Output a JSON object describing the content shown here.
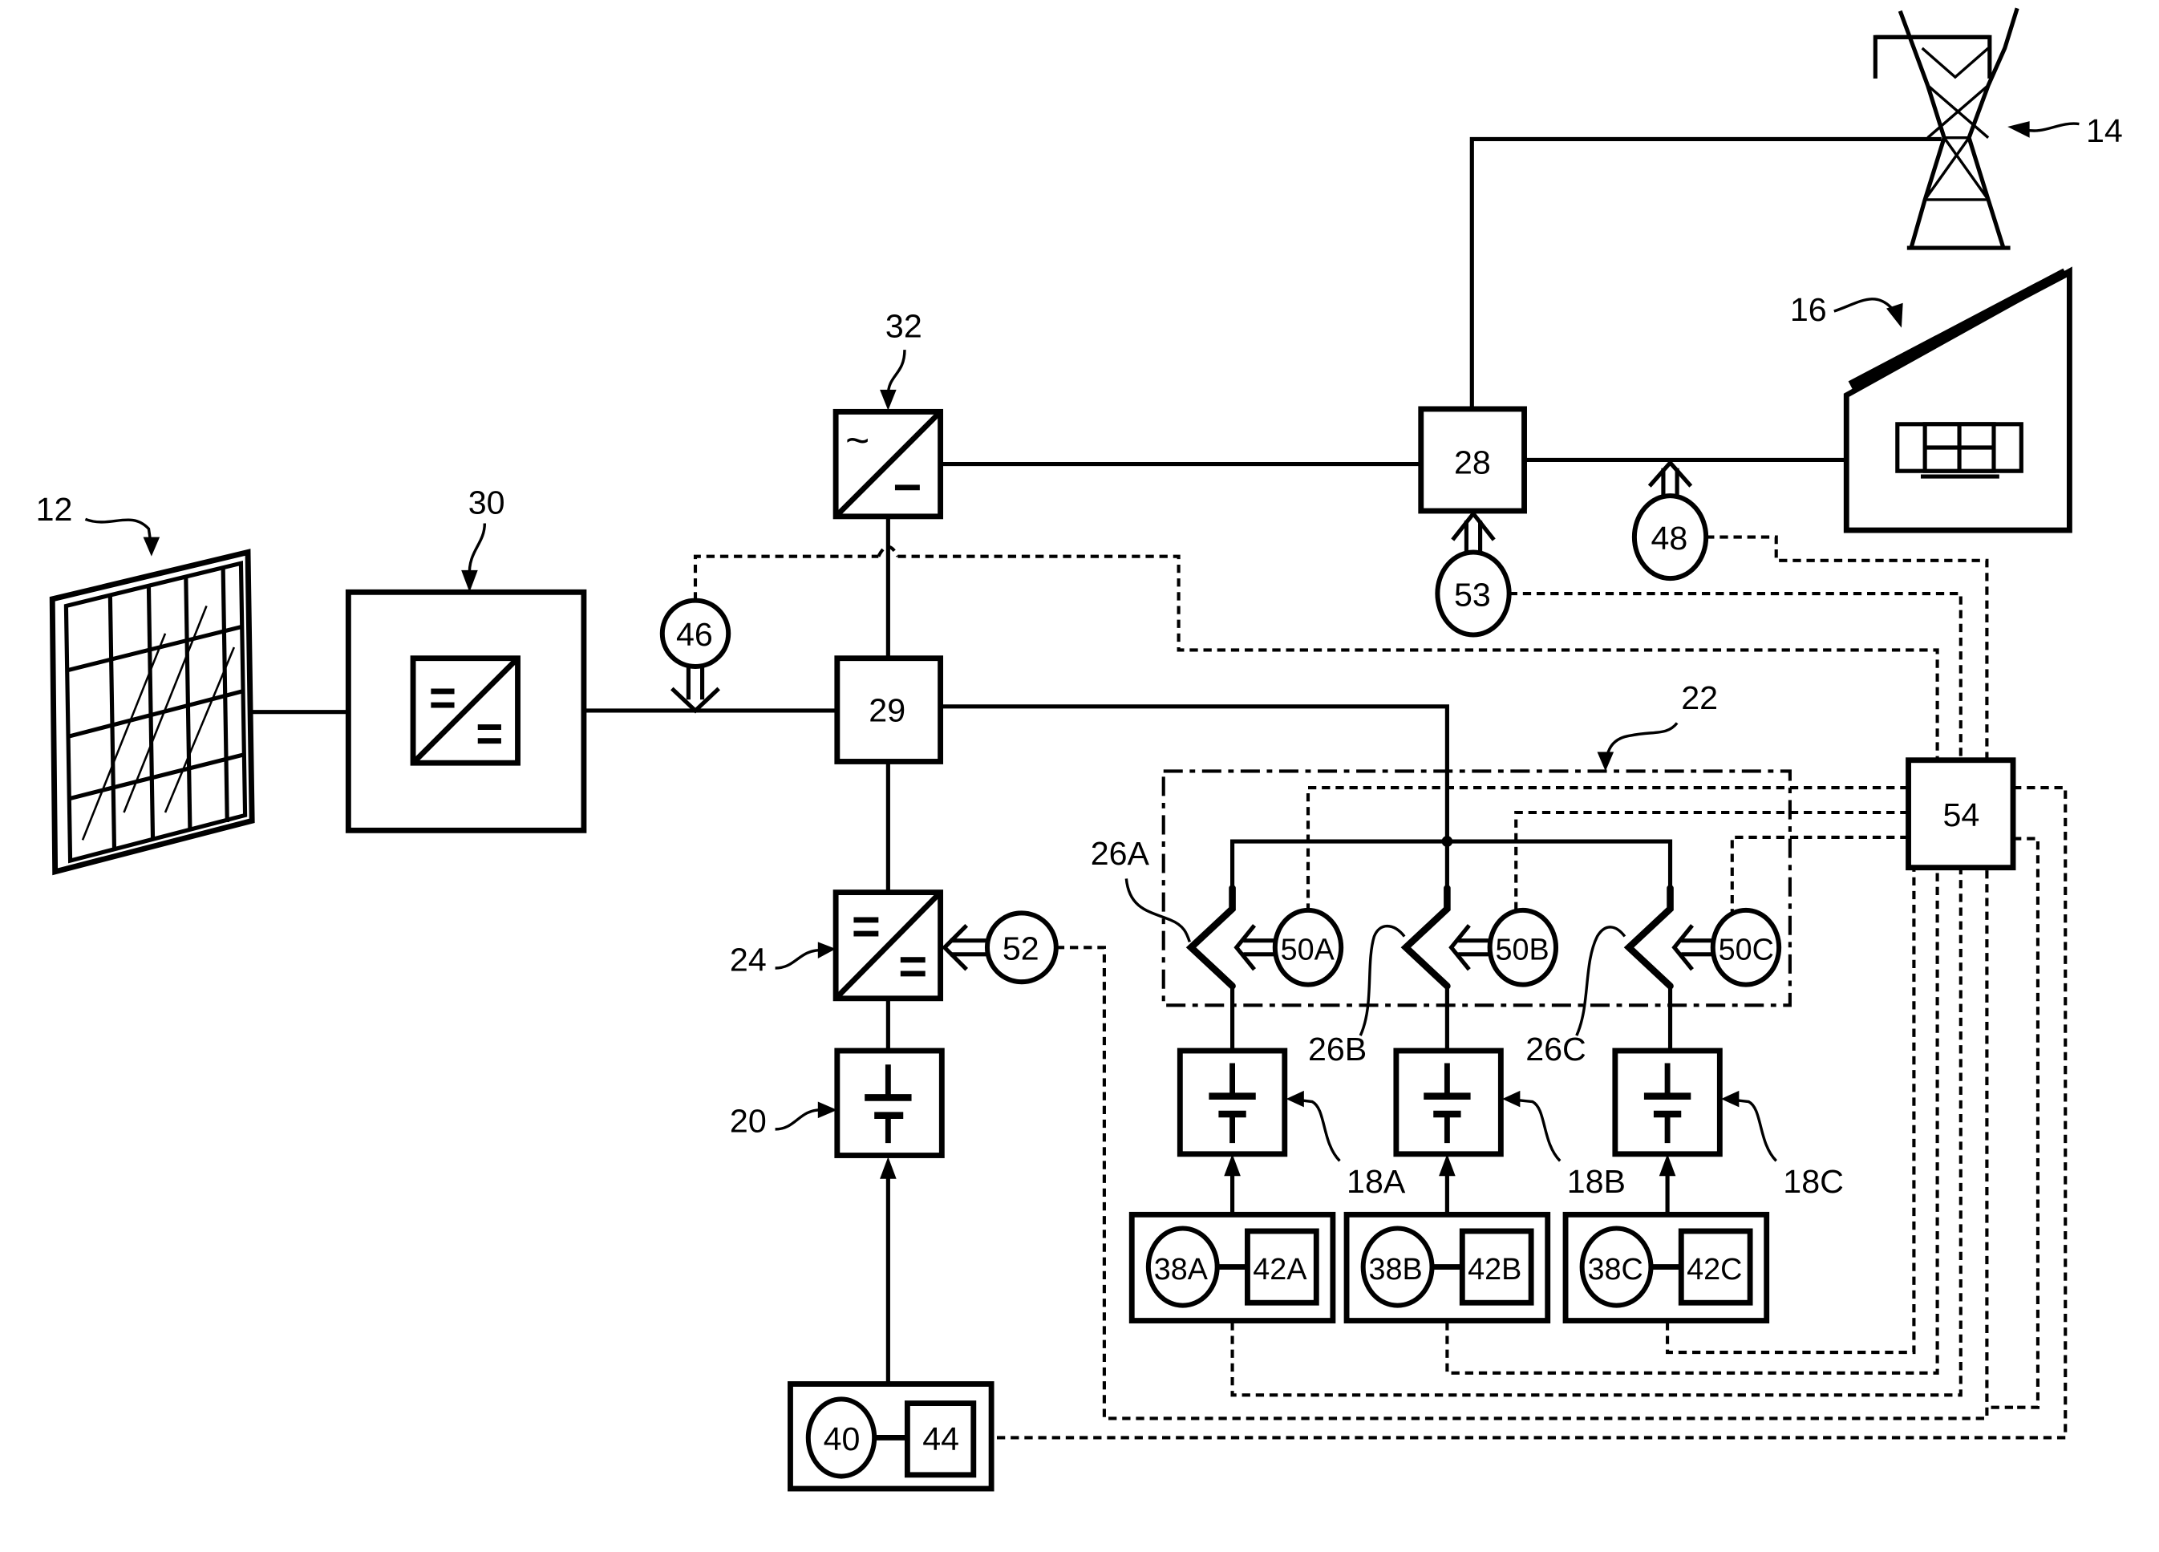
{
  "figure": {
    "type": "energy storage system block diagram",
    "components": {
      "solar_panel": {
        "ref": "12"
      },
      "grid_tower": {
        "ref": "14"
      },
      "house_load": {
        "ref": "16"
      },
      "battery_main": {
        "ref": "20"
      },
      "battery_a": {
        "ref": "18A"
      },
      "battery_b": {
        "ref": "18B"
      },
      "battery_c": {
        "ref": "18C"
      },
      "switch_unit": {
        "ref": "22"
      },
      "dcdc_converter": {
        "ref": "24"
      },
      "switch_a": {
        "ref": "26A"
      },
      "switch_b": {
        "ref": "26B"
      },
      "switch_c": {
        "ref": "26C"
      },
      "node_28": {
        "label": "28"
      },
      "node_29": {
        "label": "29"
      },
      "pv_converter": {
        "ref": "30"
      },
      "inverter": {
        "ref": "32"
      },
      "sensor_46": {
        "label": "46"
      },
      "sensor_48": {
        "label": "48"
      },
      "sensor_52": {
        "label": "52"
      },
      "sensor_53": {
        "label": "53"
      },
      "sensor_50a": {
        "label": "50A"
      },
      "sensor_50b": {
        "label": "50B"
      },
      "sensor_50c": {
        "label": "50C"
      },
      "controller": {
        "label": "54"
      },
      "monitor_a": {
        "sensor": "38A",
        "unit": "42A"
      },
      "monitor_b": {
        "sensor": "38B",
        "unit": "42B"
      },
      "monitor_c": {
        "sensor": "38C",
        "unit": "42C"
      },
      "monitor_main": {
        "sensor": "40",
        "unit": "44"
      }
    },
    "symbols": {
      "ac": "~",
      "dc": "="
    }
  }
}
